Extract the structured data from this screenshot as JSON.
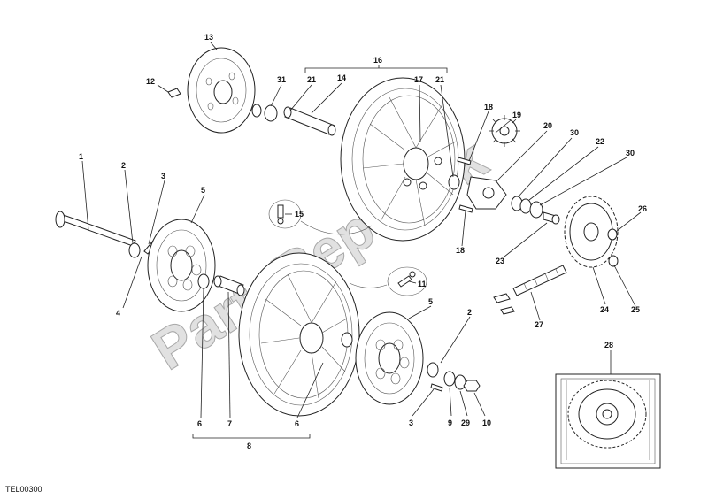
{
  "drawing_code": "TEL00300",
  "watermark_text": "PartsRepublik",
  "callouts": {
    "c1": "1",
    "c2a": "2",
    "c2b": "2",
    "c3a": "3",
    "c3b": "3",
    "c4": "4",
    "c5a": "5",
    "c5b": "5",
    "c6a": "6",
    "c6b": "6",
    "c7": "7",
    "c8": "8",
    "c9": "9",
    "c10": "10",
    "c11": "11",
    "c12": "12",
    "c13": "13",
    "c14": "14",
    "c15": "15",
    "c16": "16",
    "c17": "17",
    "c18a": "18",
    "c18b": "18",
    "c19": "19",
    "c20": "20",
    "c21a": "21",
    "c21b": "21",
    "c22": "22",
    "c23": "23",
    "c24": "24",
    "c25": "25",
    "c26": "26",
    "c27": "27",
    "c28": "28",
    "c29": "29",
    "c30a": "30",
    "c30b": "30",
    "c31": "31"
  }
}
